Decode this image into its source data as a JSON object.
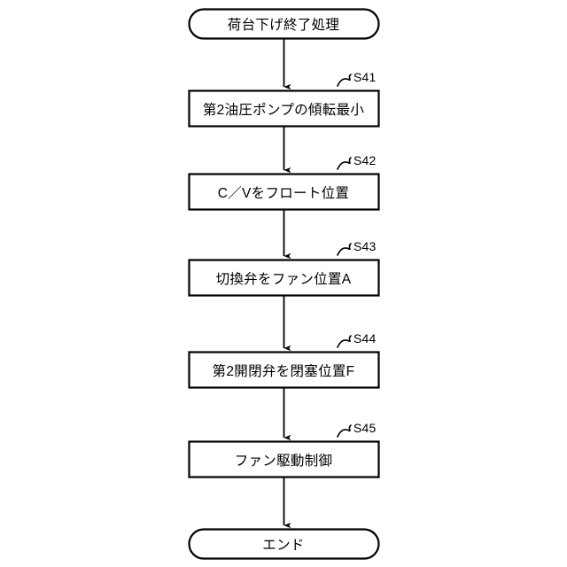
{
  "diagram": {
    "type": "flowchart",
    "orientation": "vertical",
    "stroke_color": "#000000",
    "fill_color": "#ffffff",
    "background_color": "#ffffff",
    "start": {
      "shape": "terminator",
      "text": "荷台下げ終了処理"
    },
    "end": {
      "shape": "terminator",
      "text": "エンド"
    },
    "steps": [
      {
        "id": "S41",
        "shape": "process",
        "text": "第2油圧ポンプの傾転最小"
      },
      {
        "id": "S42",
        "shape": "process",
        "text": "C／Vをフロート位置"
      },
      {
        "id": "S43",
        "shape": "process",
        "text": "切換弁をファン位置A"
      },
      {
        "id": "S44",
        "shape": "process",
        "text": "第2開閉弁を閉塞位置F"
      },
      {
        "id": "S45",
        "shape": "process",
        "text": "ファン駆動制御"
      }
    ],
    "connectors": [
      {
        "from": "start",
        "to": "S41",
        "arrow": true
      },
      {
        "from": "S41",
        "to": "S42",
        "arrow": true
      },
      {
        "from": "S42",
        "to": "S43",
        "arrow": true
      },
      {
        "from": "S43",
        "to": "S44",
        "arrow": true
      },
      {
        "from": "S44",
        "to": "S45",
        "arrow": true
      },
      {
        "from": "S45",
        "to": "end",
        "arrow": true
      }
    ]
  }
}
